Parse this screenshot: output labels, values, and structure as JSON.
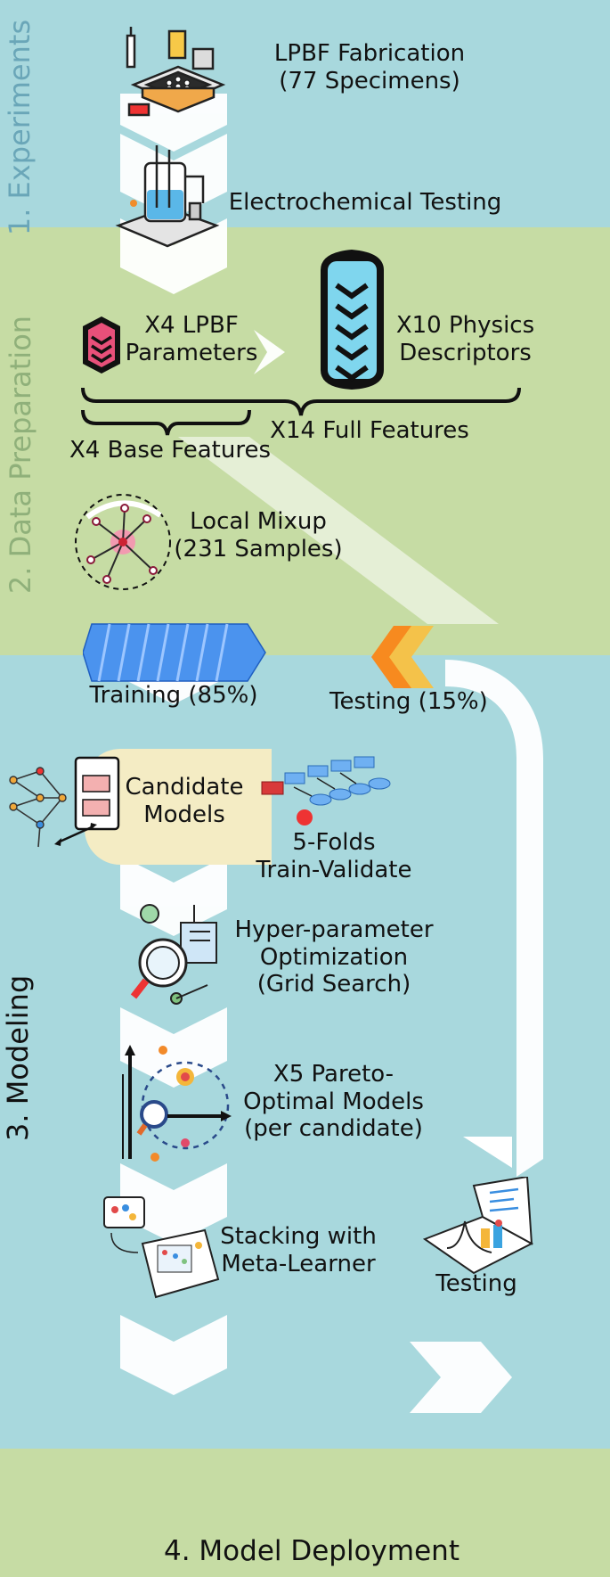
{
  "sections": {
    "experiments": "1. Experiments",
    "data_preparation": "2. Data Preparation",
    "modeling": "3. Modeling",
    "deployment": "4. Model Deployment"
  },
  "experiments": {
    "fabrication": [
      "LPBF Fabrication",
      "(77 Specimens)"
    ],
    "testing": "Electrochemical Testing"
  },
  "data_prep": {
    "lpbf_params": [
      "X4  LPBF",
      "Parameters"
    ],
    "physics": [
      "X10  Physics",
      "Descriptors"
    ],
    "full_features": "X14 Full Features",
    "base_features": "X4 Base Features",
    "mixup": [
      "Local Mixup",
      "(231 Samples)"
    ],
    "training": "Training (85%)",
    "testing": "Testing (15%)"
  },
  "modeling": {
    "candidates": [
      "Candidate",
      "Models"
    ],
    "folds": [
      "5-Folds",
      "Train-Validate"
    ],
    "hyper": [
      "Hyper-parameter",
      "Optimization",
      "(Grid Search)"
    ],
    "pareto": [
      "X5 Pareto-",
      "Optimal Models",
      "(per candidate)"
    ],
    "stacking": [
      "Stacking with",
      "Meta-Learner"
    ],
    "testing": "Testing"
  },
  "colors": {
    "teal_band": "#a8d8dd",
    "green_band": "#c6dca4",
    "label_experiments": "#6aa6b8",
    "label_dataprep": "#8fb07a",
    "label_modeling": "#111111",
    "flow_arrow": "#ffffff",
    "server_cyan": "#7fd6ee",
    "pink_stack": "#e8507a",
    "training_blue": "#4b93ee",
    "testing_orange": "#f78a1f",
    "candidate_highlight": "#f4ecc4"
  },
  "icons": [
    "lpbf-printer-icon",
    "electrochemical-cell-icon",
    "pink-stack-icon",
    "physics-server-icon",
    "mixup-network-icon",
    "training-blocks-icon",
    "testing-chevrons-icon",
    "neural-network-icon",
    "folds-blocks-icon",
    "optimization-magnifier-icon",
    "pareto-icon",
    "stacking-screen-icon",
    "testing-device-icon"
  ]
}
